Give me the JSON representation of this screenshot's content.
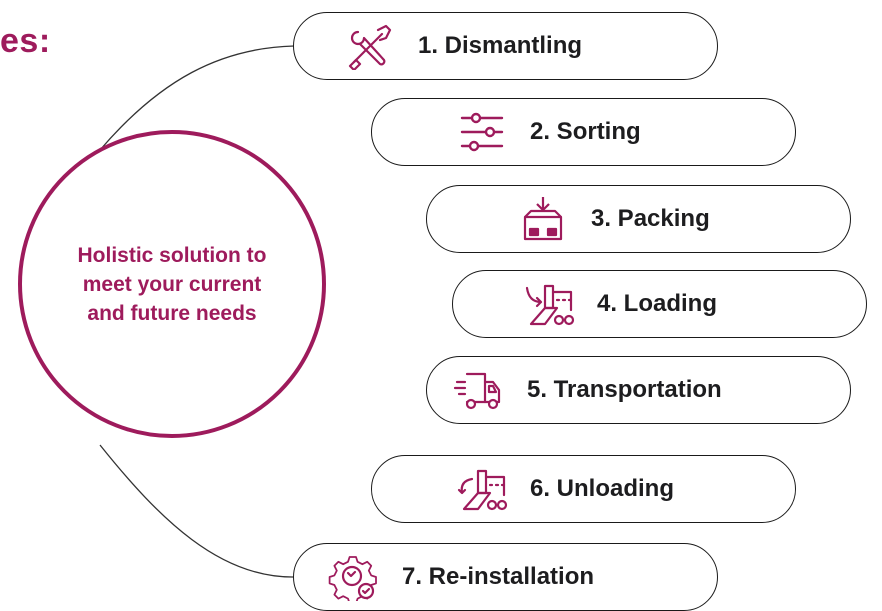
{
  "heading_fragment": "es:",
  "hub": {
    "text": "Holistic solution to\nmeet your current\nand future needs"
  },
  "steps": [
    {
      "label": "1. Dismantling",
      "icon": "tools-icon"
    },
    {
      "label": "2. Sorting",
      "icon": "sliders-icon"
    },
    {
      "label": "3. Packing",
      "icon": "box-icon"
    },
    {
      "label": "4. Loading",
      "icon": "loading-icon"
    },
    {
      "label": "5. Transportation",
      "icon": "truck-icon"
    },
    {
      "label": "6. Unloading",
      "icon": "unloading-icon"
    },
    {
      "label": "7. Re-installation",
      "icon": "gear-check-icon"
    }
  ],
  "colors": {
    "accent": "#9e1b5c",
    "text": "#1d1d1f",
    "outline": "#1a1a1a"
  }
}
